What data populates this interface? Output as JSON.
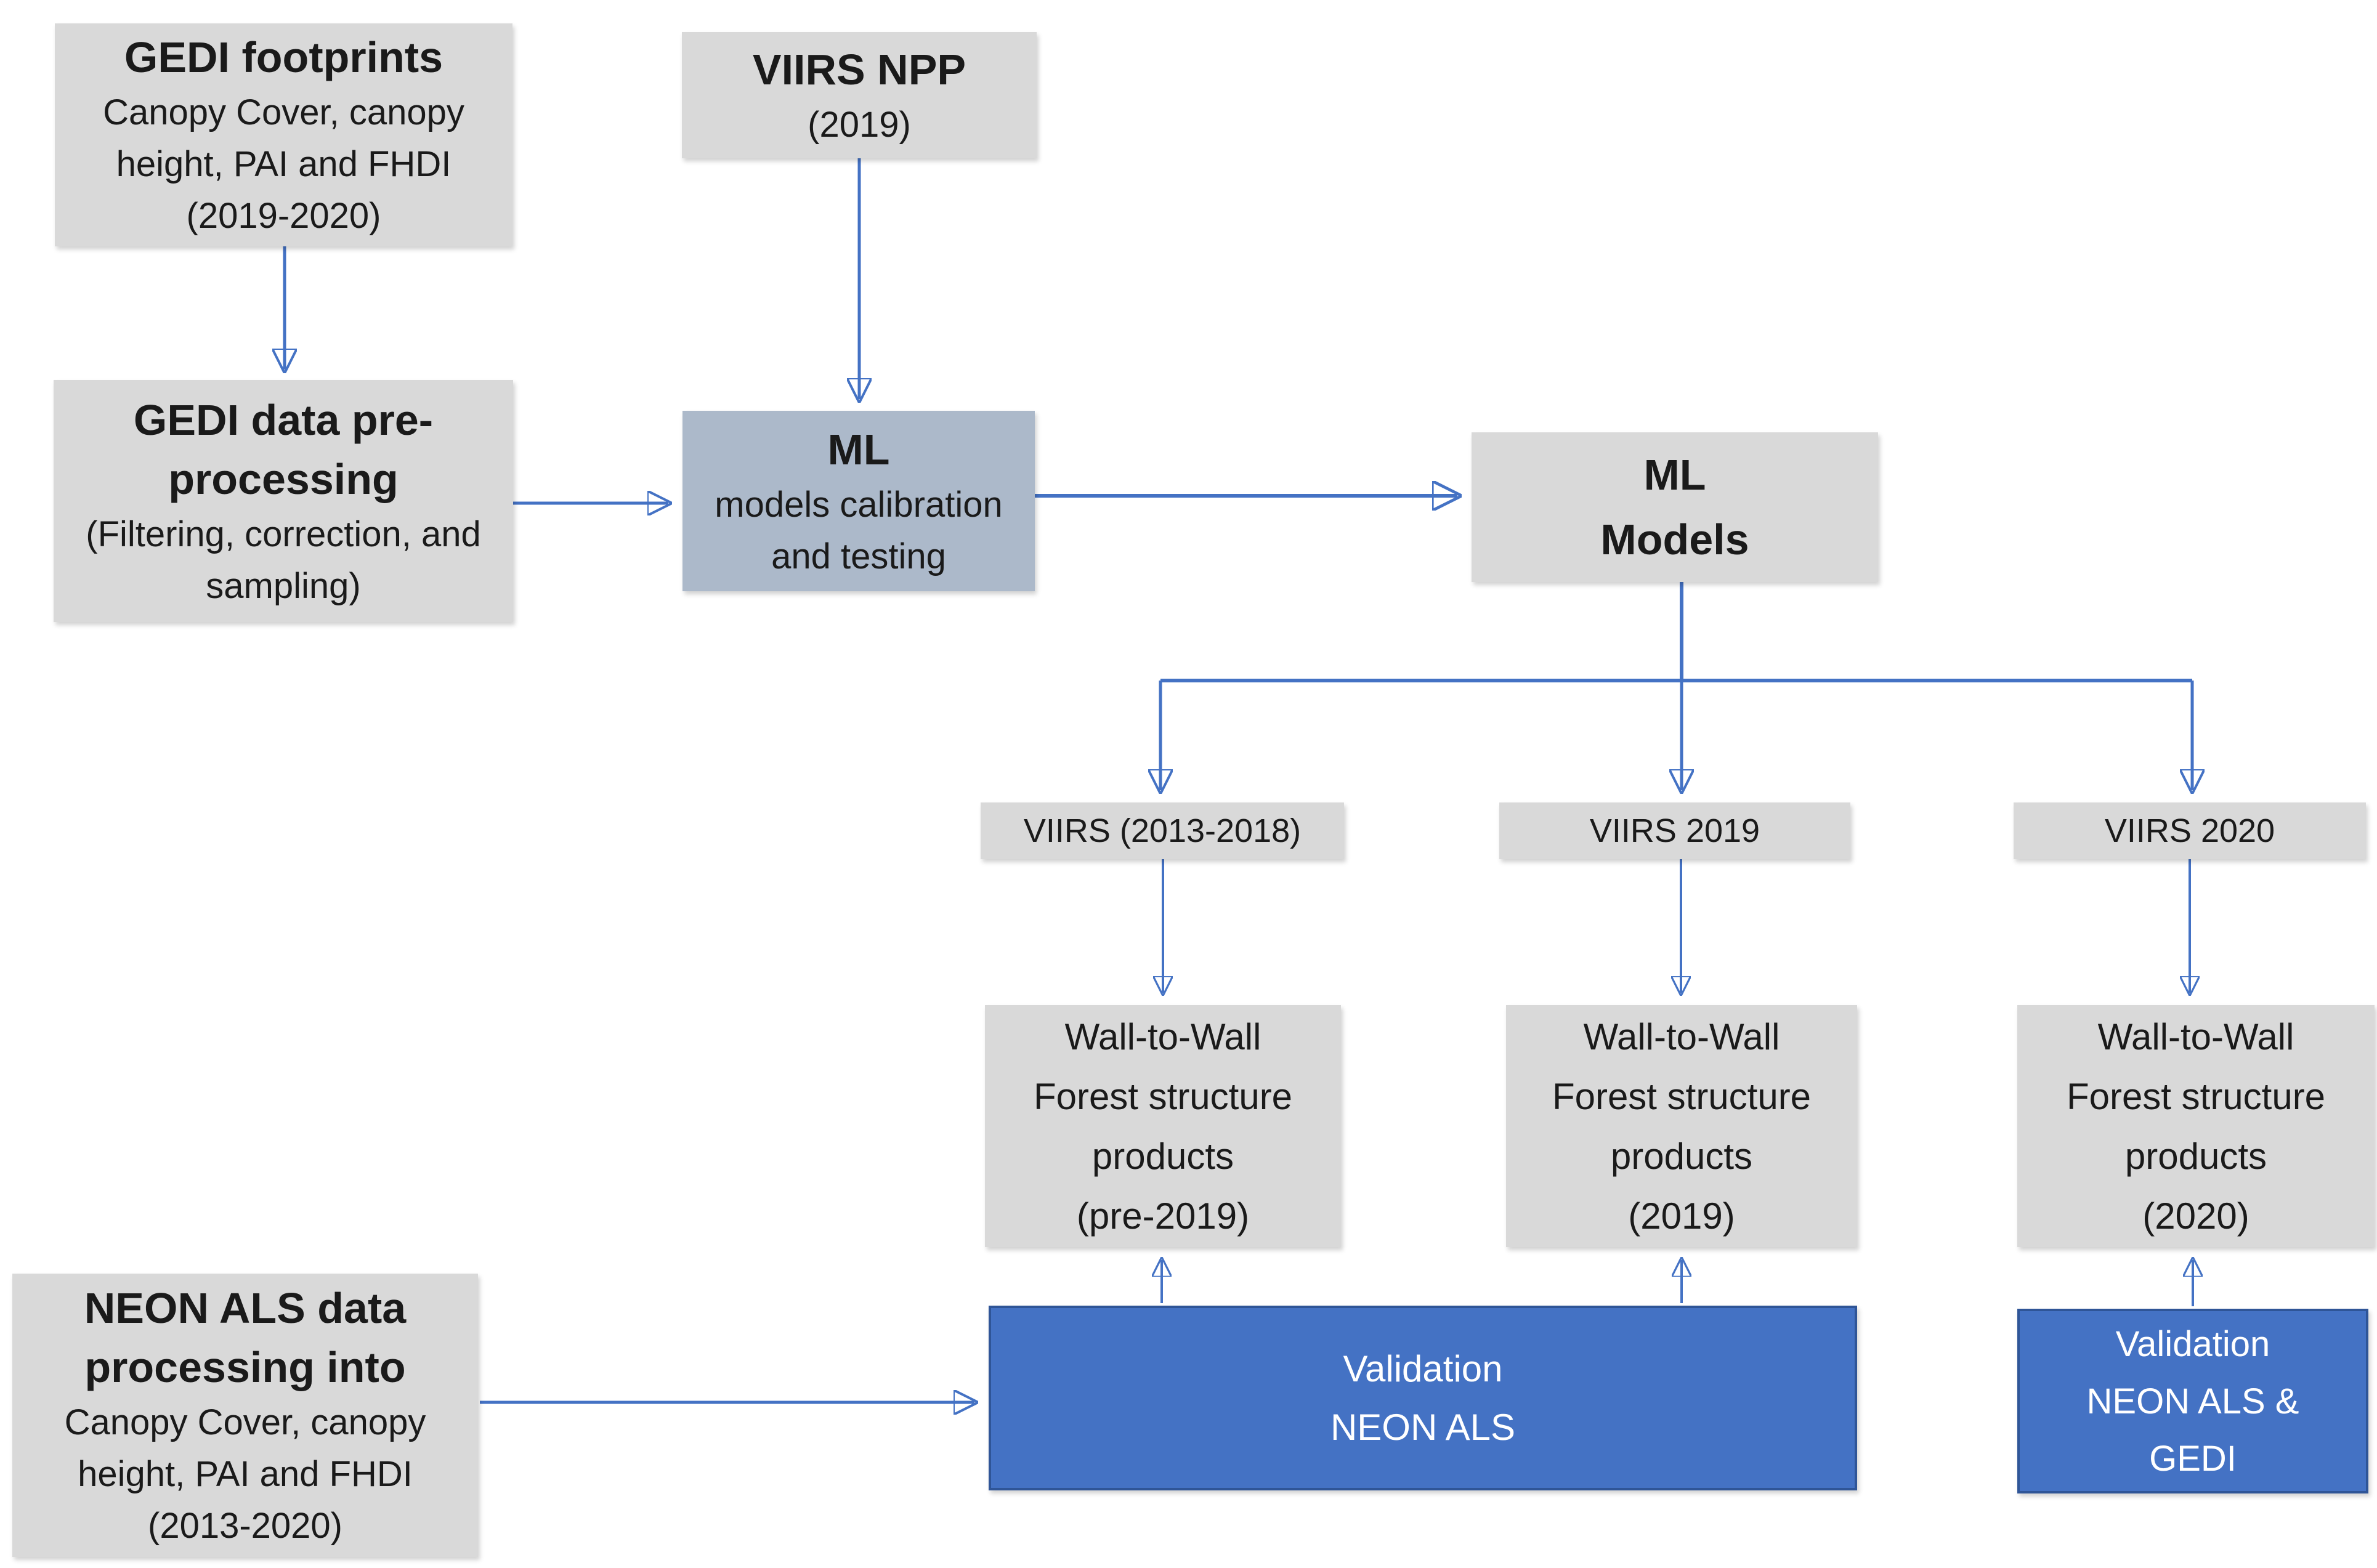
{
  "colors": {
    "box_gray": "#d9d9d9",
    "box_blue_gray": "#acb9ca",
    "box_blue": "#4472c4",
    "box_blue_border": "#2f5597",
    "arrow_blue": "#4472c4",
    "text_dark": "#1a1a1a",
    "text_light": "#ffffff"
  },
  "nodes": {
    "gedi_footprints": {
      "title": "GEDI footprints",
      "body": [
        "Canopy Cover, canopy",
        "height, PAI and FHDI",
        "(2019-2020)"
      ]
    },
    "viirs_npp": {
      "title": "VIIRS NPP",
      "body": [
        "(2019)"
      ]
    },
    "gedi_preprocessing": {
      "title": [
        "GEDI data pre-",
        "processing"
      ],
      "body": [
        "(Filtering, correction, and",
        "sampling)"
      ]
    },
    "ml_calibration": {
      "title": "ML",
      "body": [
        "models calibration",
        "and testing"
      ]
    },
    "ml_models": {
      "title": [
        "ML",
        "Models"
      ]
    },
    "viirs_2013_2018": {
      "label": "VIIRS (2013-2018)"
    },
    "viirs_2019": {
      "label": "VIIRS 2019"
    },
    "viirs_2020": {
      "label": "VIIRS 2020"
    },
    "wall_pre2019": {
      "lines": [
        "Wall-to-Wall",
        "Forest structure",
        "products",
        "(pre-2019)"
      ]
    },
    "wall_2019": {
      "lines": [
        "Wall-to-Wall",
        "Forest structure",
        "products",
        "(2019)"
      ]
    },
    "wall_2020": {
      "lines": [
        "Wall-to-Wall",
        "Forest structure",
        "products",
        "(2020)"
      ]
    },
    "neon_als": {
      "title": [
        "NEON ALS data",
        "processing into"
      ],
      "body": [
        "Canopy Cover, canopy",
        "height, PAI and FHDI",
        "(2013-2020)"
      ]
    },
    "validation_neon": {
      "lines": [
        "Validation",
        "NEON ALS"
      ]
    },
    "validation_gedi": {
      "lines": [
        "Validation",
        "NEON ALS &",
        "GEDI"
      ]
    }
  }
}
